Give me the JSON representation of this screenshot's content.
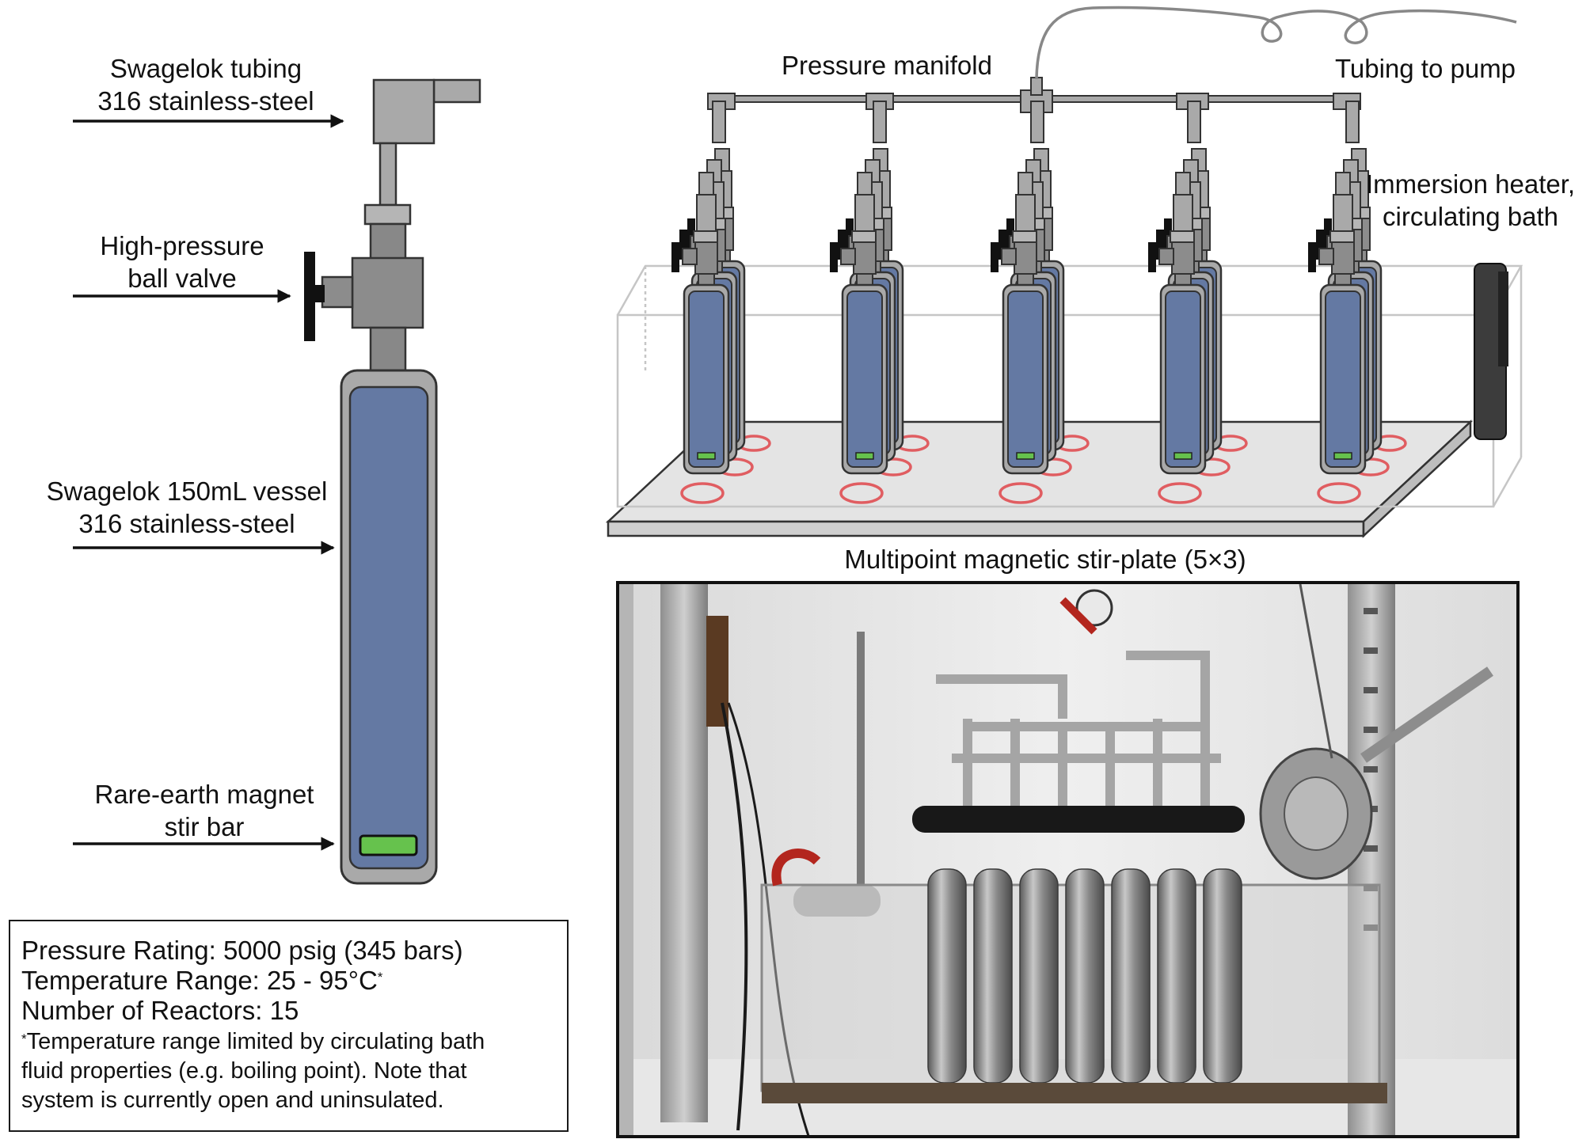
{
  "labels": {
    "tubing": [
      "Swagelok tubing",
      "316 stainless-steel"
    ],
    "valve": [
      "High-pressure",
      "ball valve"
    ],
    "vessel": [
      "Swagelok 150mL vessel",
      "316 stainless-steel"
    ],
    "magnet": [
      "Rare-earth magnet",
      "stir bar"
    ],
    "manifold": "Pressure manifold",
    "pump": "Tubing to pump",
    "heater": [
      "Immersion heater,",
      "circulating bath"
    ],
    "stirplate": "Multipoint magnetic stir-plate (5×3)"
  },
  "specs": {
    "pressure": "Pressure Rating: 5000 psig (345 bars)",
    "temperature": "Temperature Range: 25 - 95°C",
    "temperature_mark": "*",
    "reactors": "Number of Reactors: 15",
    "note_mark": "*",
    "note_lines": [
      "Temperature range limited  by circulating bath",
      "fluid properties (e.g. boiling point). Note that",
      "system is currently open and uninsulated."
    ]
  },
  "colors": {
    "vessel_fill": "#6479a3",
    "steel": "#a9a9a9",
    "steel_dark": "#6f6f6f",
    "magnet": "#66c24d",
    "stir_ring": "#e0464b",
    "bath": "#e6e6e6"
  }
}
